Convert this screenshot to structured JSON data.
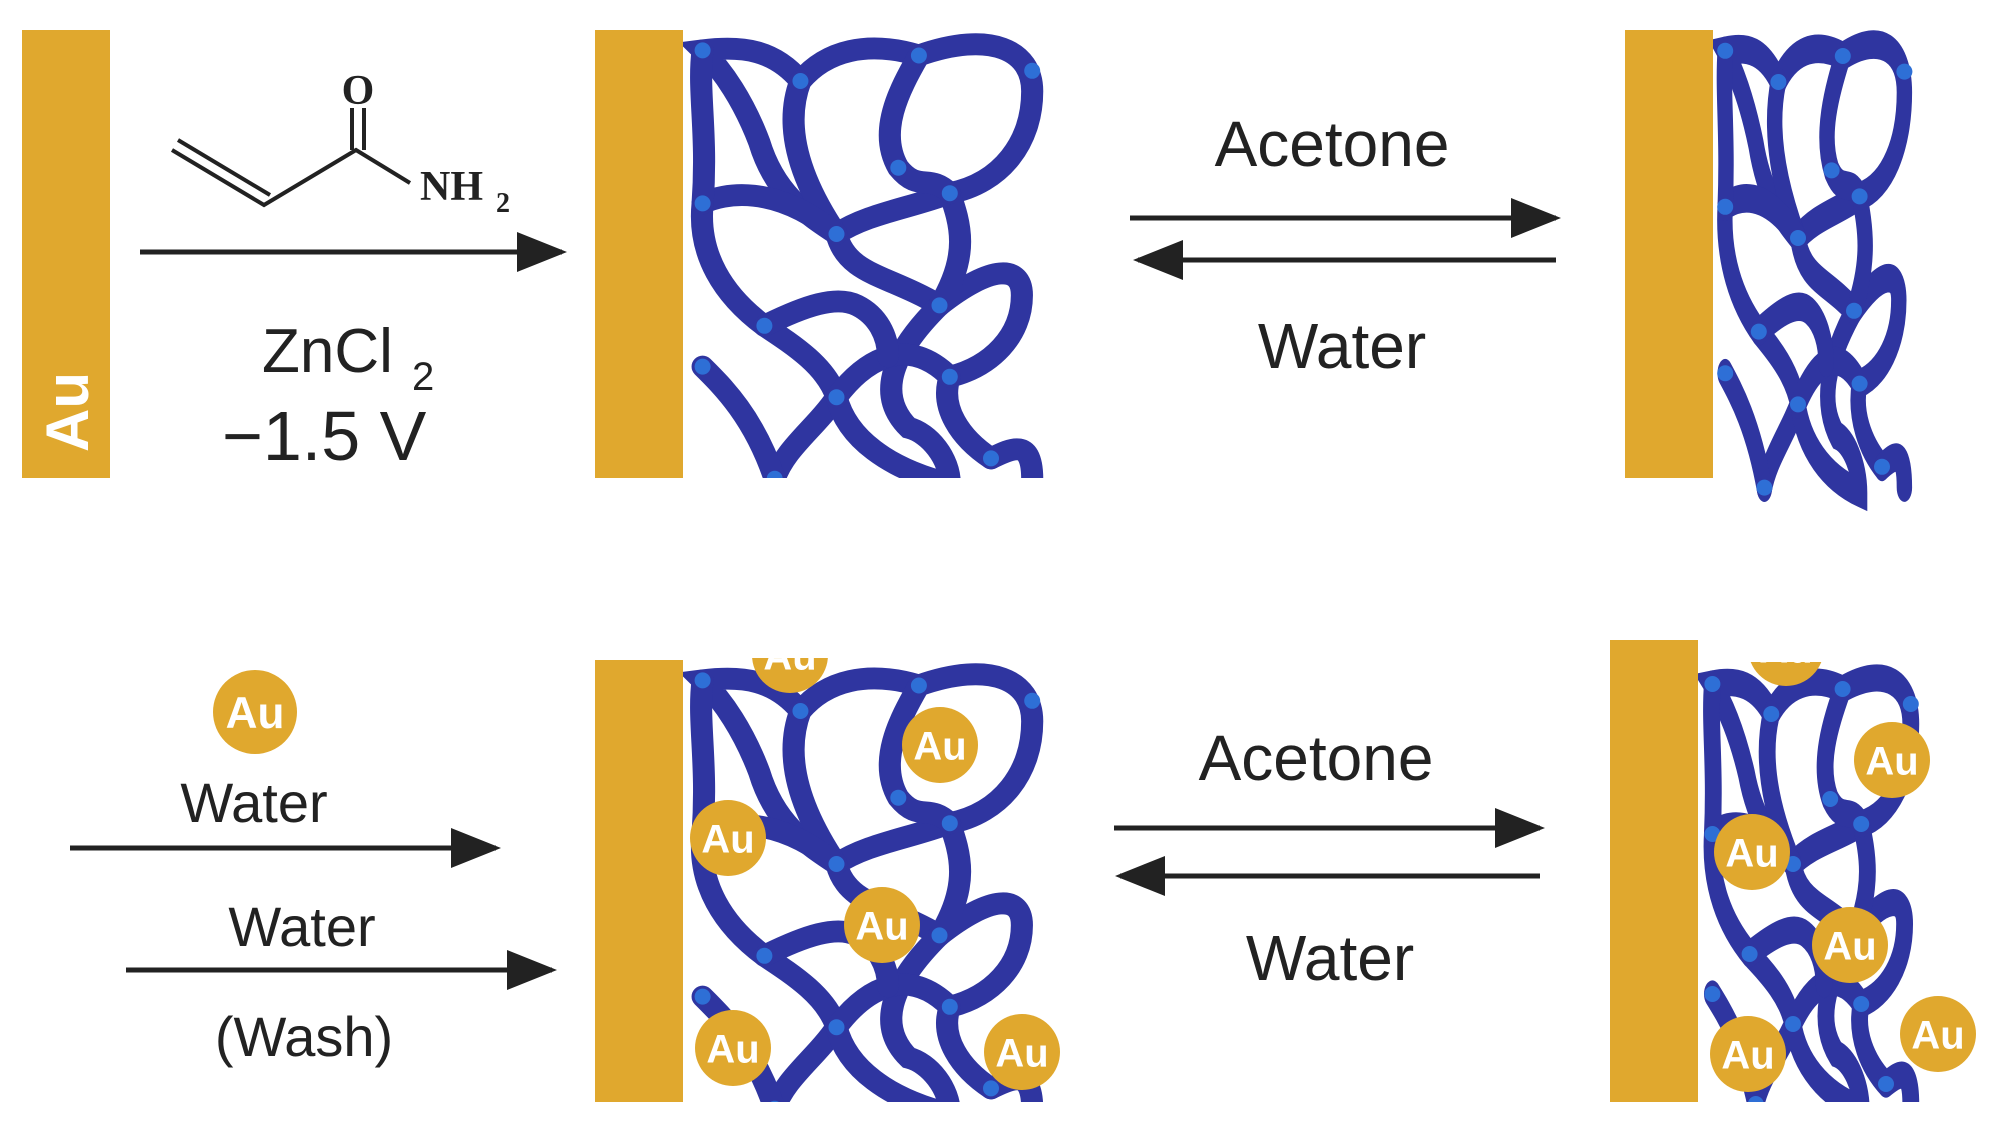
{
  "colors": {
    "gold": "#E0A82E",
    "gold_text": "#ffffff",
    "polymer": "#2F35A0",
    "node": "#2E6FD6",
    "arrow": "#222222",
    "text": "#222222"
  },
  "bare_electrode": {
    "label": "Au"
  },
  "monomer": {
    "carbonyl_label": "O",
    "amine_label": "NH",
    "amine_subscript": "2"
  },
  "step1": {
    "catalyst_main": "ZnCl",
    "catalyst_subscript": "2",
    "potential": "−1.5 V"
  },
  "swelling_top": {
    "forward_label": "Acetone",
    "reverse_label": "Water"
  },
  "loading": {
    "particle_label": "Au",
    "load_label": "Water",
    "wash_top": "Water",
    "wash_bottom": "(Wash)"
  },
  "swelling_bottom": {
    "forward_label": "Acetone",
    "reverse_label": "Water"
  },
  "nanoparticle_label": "Au"
}
